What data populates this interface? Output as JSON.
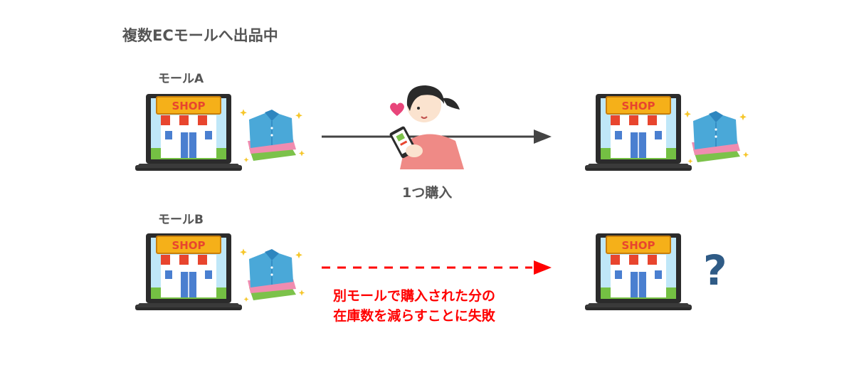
{
  "title": "複数ECモールへ出品中",
  "mall_a": {
    "label": "モールA"
  },
  "mall_b": {
    "label": "モールB"
  },
  "purchase_label": "1つ購入",
  "failure_message": {
    "line1": "別モールで購入された分の",
    "line2": "在庫数を減らすことに失敗"
  },
  "shop_sign": "SHOP",
  "question_mark": "?",
  "colors": {
    "text": "#555555",
    "error": "#ff0000",
    "arrow": "#444444",
    "laptop": "#2b2b2b",
    "sign": "#f5b019",
    "awning_red": "#e8452e",
    "shirt_blue": "#4aa8d8",
    "question": "#2f5b86"
  },
  "icons": [
    "laptop-shop-icon",
    "folded-shirts-icon",
    "woman-smartphone-icon",
    "heart-icon",
    "question-mark-icon"
  ]
}
